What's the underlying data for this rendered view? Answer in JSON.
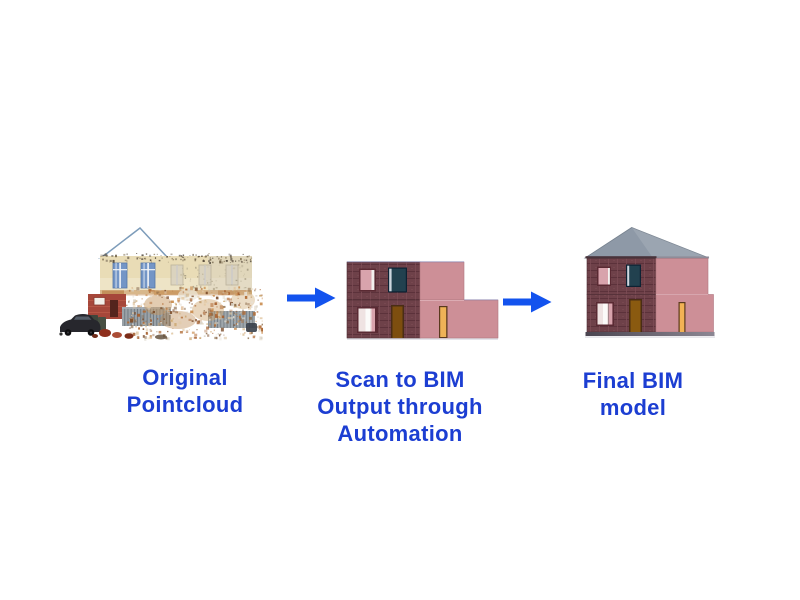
{
  "palette": {
    "label_blue": "#1c3ed2",
    "arrow_blue": "#1353ee",
    "brick_dark": "#6e4149",
    "facade_pink": "#cd8f97",
    "window_pink": "#d8a3ac",
    "roof_gray": "#8e99a7",
    "pointcloud_beige": "#e9dcb6",
    "pointcloud_brick_red": "#a6473a"
  },
  "flow": {
    "stages": [
      {
        "label": "Original Pointcloud",
        "image": "pointcloud-house-scan"
      },
      {
        "label": "Scan to BIM Output through Automation",
        "image": "bim-house-model-no-roof"
      },
      {
        "label": "Final BIM model",
        "image": "bim-house-model-with-roof"
      }
    ],
    "arrows": [
      {
        "icon": "right-arrow-icon"
      },
      {
        "icon": "right-arrow-icon"
      }
    ]
  }
}
